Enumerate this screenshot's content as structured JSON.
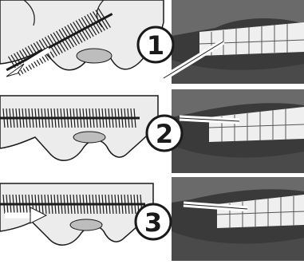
{
  "steps": [
    {
      "number": "1",
      "arrow_direction": "down-left",
      "brush_angle": "diagonal"
    },
    {
      "number": "2",
      "arrow_direction": "none",
      "brush_angle": "horizontal"
    },
    {
      "number": "3",
      "arrow_direction": "right",
      "brush_angle": "horizontal"
    }
  ],
  "colors": {
    "ink": "#1a1a1a",
    "paper": "#ffffff",
    "gum": "#d9d9d9",
    "dark_photo": "#2b2b2b"
  },
  "icons": [
    "interdental-brush-icon",
    "direction-arrow-icon",
    "step-number-badge-icon"
  ]
}
